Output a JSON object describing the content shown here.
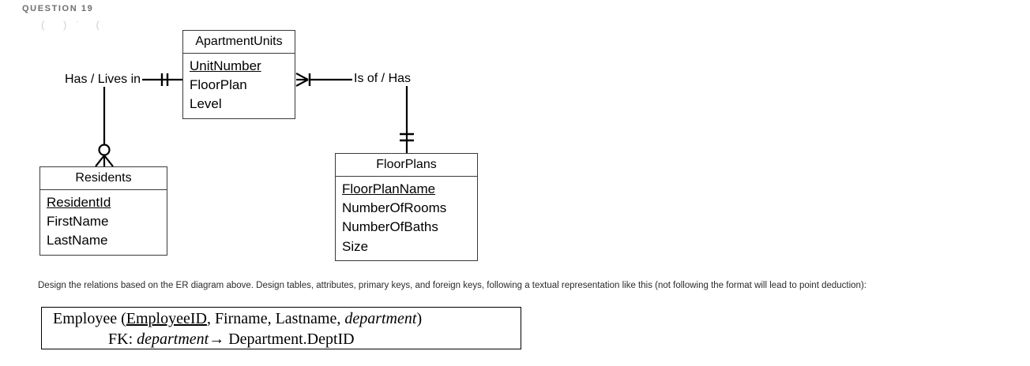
{
  "header": {
    "question_label": "QUESTION 19",
    "artifact": "( )  ̇  ( "
  },
  "diagram": {
    "type": "er-diagram-crows-foot",
    "entities": [
      {
        "id": "apartmentunits",
        "name": "ApartmentUnits",
        "attributes": [
          {
            "name": "UnitNumber",
            "key": "PK"
          },
          {
            "name": "FloorPlan",
            "key": ""
          },
          {
            "name": "Level",
            "key": ""
          }
        ]
      },
      {
        "id": "residents",
        "name": "Residents",
        "attributes": [
          {
            "name": "ResidentId",
            "key": "PK"
          },
          {
            "name": "FirstName",
            "key": ""
          },
          {
            "name": "LastName",
            "key": ""
          }
        ]
      },
      {
        "id": "floorplans",
        "name": "FloorPlans",
        "attributes": [
          {
            "name": "FloorPlanName",
            "key": "PK"
          },
          {
            "name": "NumberOfRooms",
            "key": ""
          },
          {
            "name": "NumberOfBaths",
            "key": ""
          },
          {
            "name": "Size",
            "key": ""
          }
        ]
      }
    ],
    "relationships": [
      {
        "id": "has-lives-in",
        "label": "Has / Lives in",
        "from": "ApartmentUnits",
        "to": "Residents",
        "from_cardinality": "one-and-only-one",
        "to_cardinality": "zero-or-many"
      },
      {
        "id": "is-of-has",
        "label": "Is of / Has",
        "from": "ApartmentUnits",
        "to": "FloorPlans",
        "from_cardinality": "one-or-many",
        "to_cardinality": "one-and-only-one"
      }
    ]
  },
  "instruction": {
    "text": "Design the relations based on the ER diagram above. Design tables, attributes, primary keys, and foreign keys, following a textual representation like this (not following the format will lead to point deduction):"
  },
  "example": {
    "relation_prefix": "Employee (",
    "relation_pk": "EmployeeID",
    "relation_mid": ", Firname, Lastname, ",
    "relation_fk": "department",
    "relation_suffix": ")",
    "fk_prefix": "FK: ",
    "fk_attr": "department",
    "fk_arrow": "→",
    "fk_target": " Department.DeptID"
  },
  "colors": {
    "header_gray": "#6e6e6e",
    "line_black": "#000000",
    "box_border": "#3a3a3a",
    "background": "#ffffff"
  }
}
